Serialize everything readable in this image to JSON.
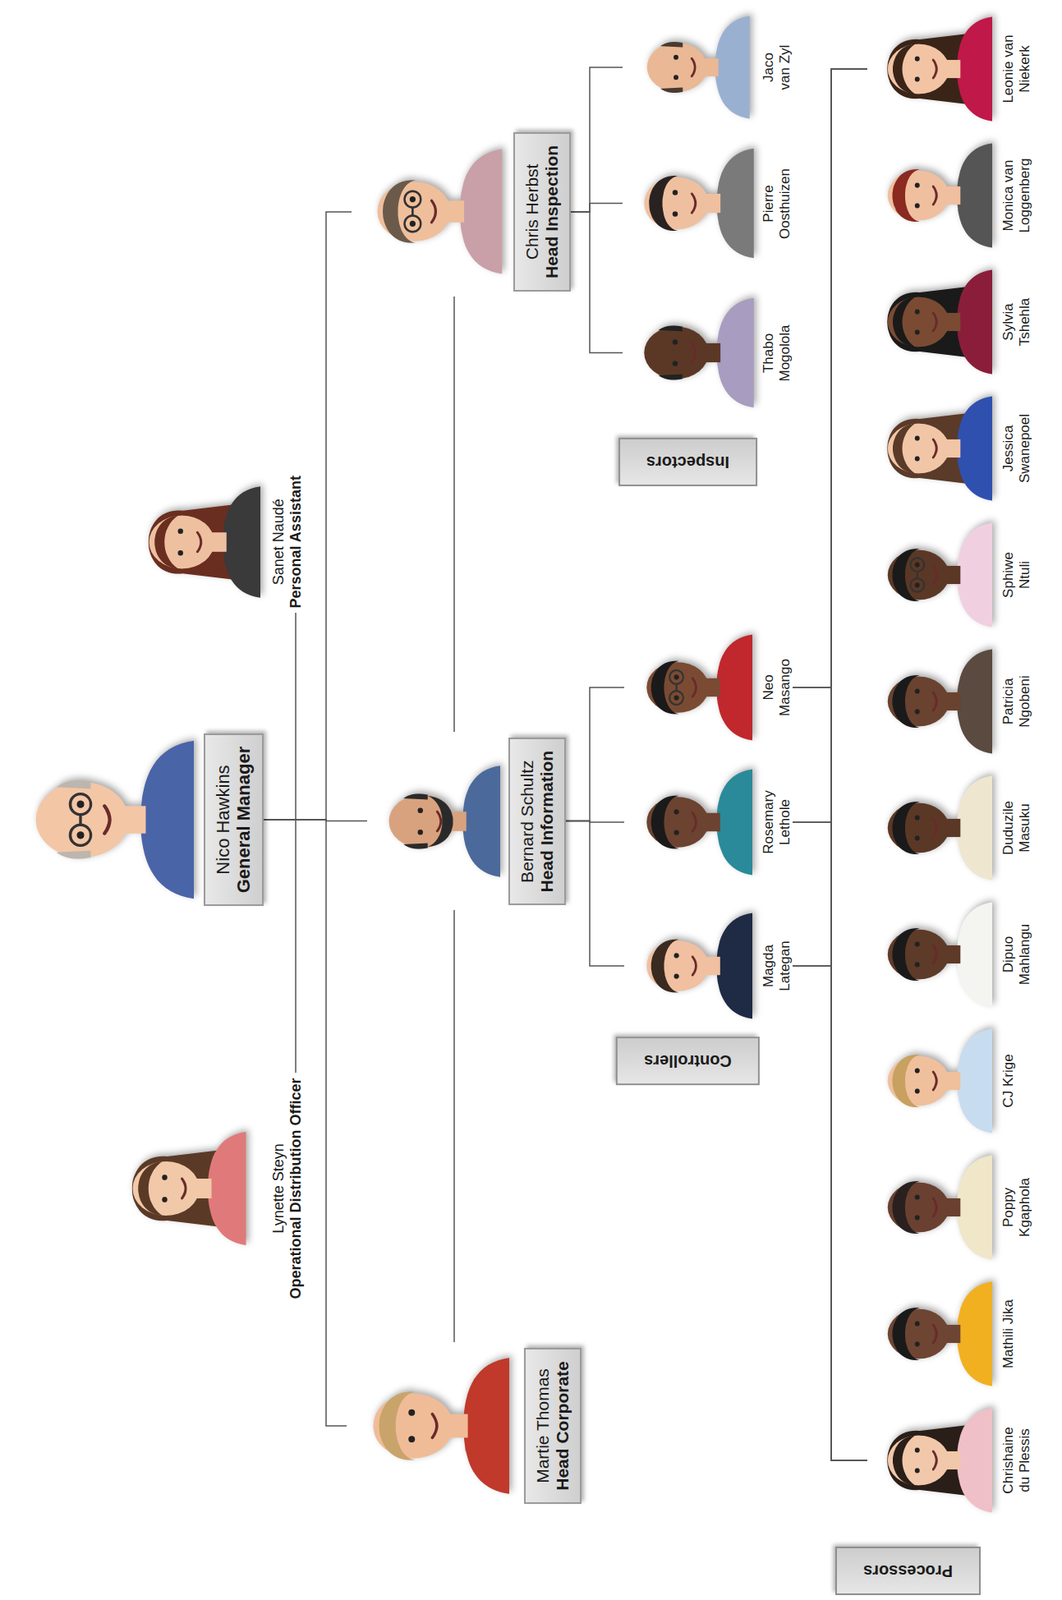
{
  "diagram": {
    "nodes": [
      {
        "text": [
          "Nico Hawkins",
          "General Manager"
        ]
      },
      {
        "text": [
          "Lynette Steyn",
          "Operational Distribution Officer"
        ]
      },
      {
        "text": [
          "Sanet Naudé",
          "Personal Assistant"
        ]
      },
      {
        "text": [
          "Martie Thomas",
          "Head Corporate"
        ]
      },
      {
        "text": [
          "Bernard Schultz",
          "Head Information"
        ]
      },
      {
        "text": [
          "Chris Herbst",
          "Head Inspection"
        ]
      },
      {
        "text": [
          "Controllers"
        ]
      },
      {
        "text": [
          "Magda Lategan"
        ]
      },
      {
        "text": [
          "Rosemary Lethole"
        ]
      },
      {
        "text": [
          "Neo Masango"
        ]
      },
      {
        "text": [
          "Inspectors"
        ]
      },
      {
        "text": [
          "Thabo Mogolola"
        ]
      },
      {
        "text": [
          "Pierre Oosthuizen"
        ]
      },
      {
        "text": [
          "Jaco van Zyl"
        ]
      },
      {
        "text": [
          "Processors"
        ]
      },
      {
        "text": [
          "Chrishaine du Plessis"
        ]
      },
      {
        "text": [
          "Mathili Jika"
        ]
      },
      {
        "text": [
          "Poppy Kgaphola"
        ]
      },
      {
        "text": [
          "CJ Krige"
        ]
      },
      {
        "text": [
          "Dipuo Mahlangu"
        ]
      },
      {
        "text": [
          "Duduzile Masuku"
        ]
      },
      {
        "text": [
          "Patricia Ngobeni"
        ]
      },
      {
        "text": [
          "Sphiwe Ntuli"
        ]
      },
      {
        "text": [
          "Jessica Swanepoel"
        ]
      },
      {
        "text": [
          "Sylvia Tshehla"
        ]
      },
      {
        "text": [
          "Monica van Loggenberg"
        ]
      },
      {
        "text": [
          "Leonie van Niekerk"
        ]
      }
    ],
    "edges": [
      {
        "from": 0,
        "to": 1,
        "arrow": "none"
      },
      {
        "from": 0,
        "to": 2,
        "arrow": "none"
      },
      {
        "from": 0,
        "to": 3,
        "arrow": "none"
      },
      {
        "from": 0,
        "to": 4,
        "arrow": "none"
      },
      {
        "from": 0,
        "to": 5,
        "arrow": "none"
      },
      {
        "from": 3,
        "to": 4,
        "arrow": "none"
      },
      {
        "from": 4,
        "to": 5,
        "arrow": "none"
      },
      {
        "from": 4,
        "to": 7,
        "arrow": "none"
      },
      {
        "from": 4,
        "to": 8,
        "arrow": "none"
      },
      {
        "from": 4,
        "to": 9,
        "arrow": "none"
      },
      {
        "from": 5,
        "to": 11,
        "arrow": "none"
      },
      {
        "from": 5,
        "to": 12,
        "arrow": "none"
      },
      {
        "from": 5,
        "to": 13,
        "arrow": "none"
      },
      {
        "from": 7,
        "to": 15,
        "arrow": "none"
      },
      {
        "from": 7,
        "to": 26,
        "arrow": "none"
      },
      {
        "from": 8,
        "to": 15,
        "arrow": "none"
      },
      {
        "from": 8,
        "to": 26,
        "arrow": "none"
      },
      {
        "from": 9,
        "to": 15,
        "arrow": "none"
      },
      {
        "from": 9,
        "to": 26,
        "arrow": "none"
      }
    ]
  }
}
